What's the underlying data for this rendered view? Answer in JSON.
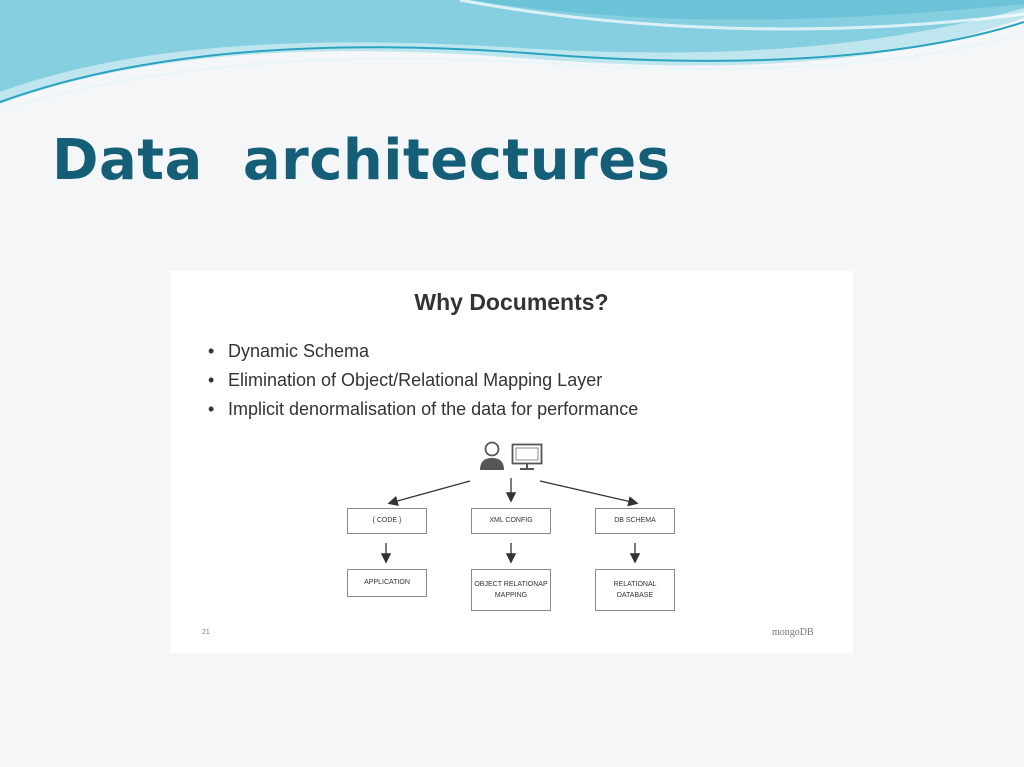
{
  "slide": {
    "title": "Data  architectures"
  },
  "card": {
    "title": "Why Documents?",
    "bullets": [
      "Dynamic Schema",
      "Elimination of Object/Relational Mapping Layer",
      "Implicit denormalisation of the data for performance"
    ],
    "bullet_glyph": "•",
    "diagram": {
      "top_row": [
        "{ CODE }",
        "XML CONFIG",
        "DB SCHEMA"
      ],
      "bottom_row": [
        [
          "APPLICATION"
        ],
        [
          "OBJECT RELATIONAP",
          "MAPPING"
        ],
        [
          "RELATIONAL",
          "DATABASE"
        ]
      ],
      "icons": [
        "user-icon",
        "monitor-icon"
      ]
    },
    "page_number": "21",
    "brand": "mongoDB"
  },
  "colors": {
    "title": "#145e78",
    "wave_light": "#bfe6ef",
    "wave_mid": "#6cc3d8",
    "wave_dark": "#2aa3c0"
  }
}
